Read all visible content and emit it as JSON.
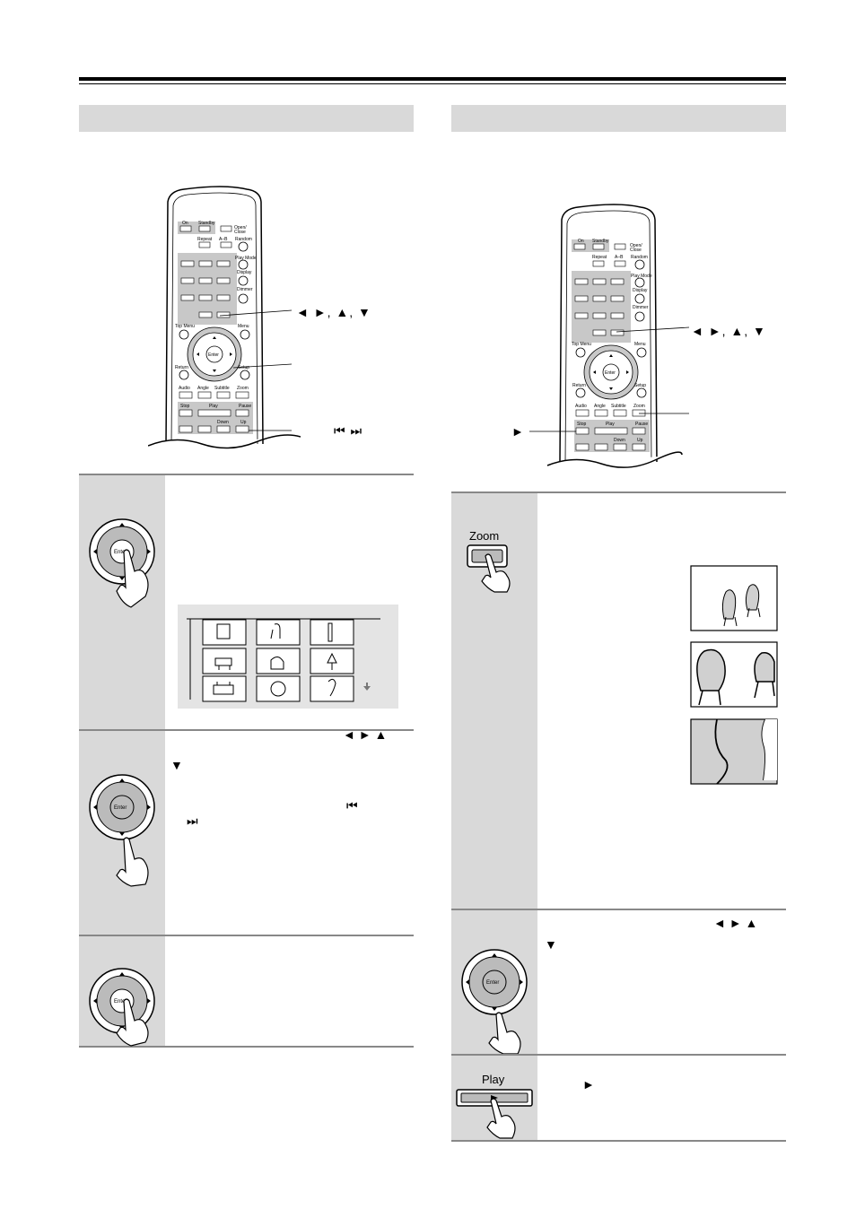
{
  "remote": {
    "on": "On",
    "standby": "Standby",
    "open_close_1": "Open/",
    "open_close_2": "Close",
    "repeat": "Repeat",
    "ab": "A–B",
    "random": "Random",
    "play_mode": "Play Mode",
    "display": "Display",
    "dimmer": "Dimmer",
    "top_menu": "Top Menu",
    "menu": "Menu",
    "enter": "Enter",
    "return": "Return",
    "setup": "Setup",
    "audio": "Audio",
    "angle": "Angle",
    "subtitle": "Subtitle",
    "zoom": "Zoom",
    "stop": "Stop",
    "play": "Play",
    "pause": "Pause",
    "down": "Down",
    "up": "Up"
  },
  "callouts": {
    "left_cursor": "◄  ►, ▲, ▼",
    "left_skip": "⏮      ⏭",
    "right_cursor": "◄  ►, ▲, ▼",
    "right_play": "►"
  },
  "steps_left": {
    "step2_symbols": "◄ ► ▲",
    "step2_symbol_down": "▼",
    "step2_skip_prev": "⏮",
    "step2_skip_next": "⏭"
  },
  "steps_right": {
    "zoom_label": "Zoom",
    "step2_symbols": "◄ ► ▲",
    "step2_symbol_down": "▼",
    "play_label": "Play",
    "step3_symbol": "►"
  },
  "colors": {
    "section_bar": "#d9d9d9",
    "step_column": "#d9d9d9",
    "thumbnail_panel": "#e4e4e4"
  }
}
